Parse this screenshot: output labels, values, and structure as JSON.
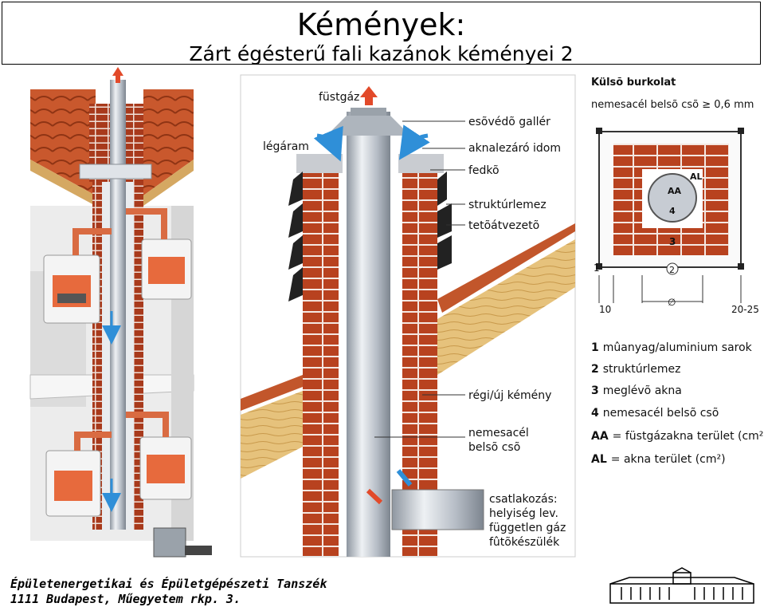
{
  "header": {
    "title": "Kémények:",
    "subtitle": "Zárt égésterű fali kazánok kéményei 2"
  },
  "section": {
    "kulso": "Külsõ burkolat",
    "nemesacel_note": "nemesacél belsõ csõ ≥ 0,6 mm"
  },
  "labels": {
    "fustgaz": "füstgáz",
    "legaram": "légáram",
    "esovedo": "esõvédõ gallér",
    "aknalezaro": "aknalezáró idom",
    "fedko": "fedkõ",
    "strukturlemez": "struktúrlemez",
    "tetoatvezeto": "tetõátvezetõ",
    "regi_uj": "régi/új kémény",
    "nemesacel_1": "nemesacél",
    "nemesacel_2": "belsõ csõ",
    "csatl_1": "csatlakozás:",
    "csatl_2": "helyiség lev.",
    "csatl_3": "független gáz",
    "csatl_4": "fûtõkészülék"
  },
  "cross_section": {
    "AA": "AA",
    "num4": "4",
    "AL": "AL",
    "num3": "3",
    "num1": "1",
    "num2": "2",
    "dim_left": "10",
    "dim_right": "20-25",
    "phi": "∅"
  },
  "legend": [
    {
      "key": "1",
      "text": "mûanyag/aluminium sarok"
    },
    {
      "key": "2",
      "text": "struktúrlemez"
    },
    {
      "key": "3",
      "text": "meglévõ akna"
    },
    {
      "key": "4",
      "text": "nemesacél belsõ csõ"
    },
    {
      "key": "AA",
      "text": "= füstgázakna terület (cm²)"
    },
    {
      "key": "AL",
      "text": "= akna terület (cm²)"
    }
  ],
  "footer": {
    "line1": "Épületenergetikai és Épületgépészeti Tanszék",
    "line2": "1111 Budapest, Műegyetem rkp. 3."
  },
  "colors": {
    "brick": "#b8421f",
    "mortar": "#ffffff",
    "roof": "#c2562b",
    "wood": "#e8c27a",
    "steel": "#c7ccd3",
    "arrow_blue": "#2f8fd8",
    "arrow_red": "#e24a2a"
  }
}
